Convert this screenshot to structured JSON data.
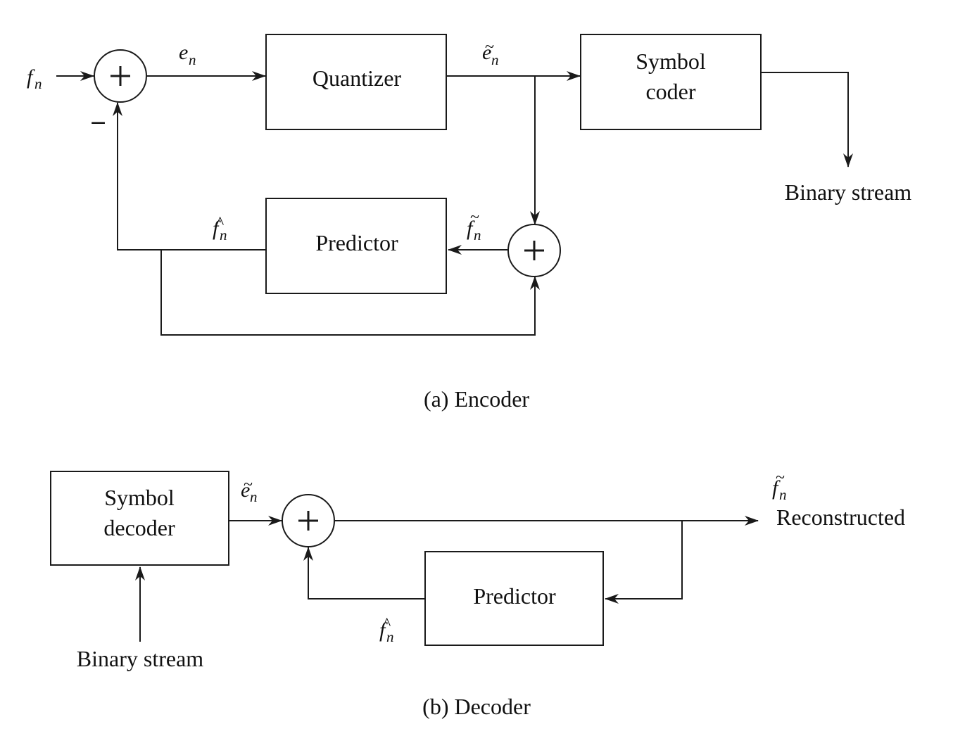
{
  "encoder": {
    "caption": "(a) Encoder",
    "blocks": {
      "quantizer": "Quantizer",
      "symbol_coder_line1": "Symbol",
      "symbol_coder_line2": "coder",
      "predictor": "Predictor"
    },
    "signals": {
      "input": {
        "base": "f",
        "sub": "n",
        "accent": ""
      },
      "error": {
        "base": "e",
        "sub": "n",
        "accent": ""
      },
      "quantized_error": {
        "base": "e",
        "sub": "n",
        "accent": "~"
      },
      "prediction": {
        "base": "f",
        "sub": "n",
        "accent": "^"
      },
      "reconstructed": {
        "base": "f",
        "sub": "n",
        "accent": "~"
      }
    },
    "minus_sign": "−",
    "output_label": "Binary stream"
  },
  "decoder": {
    "caption": "(b) Decoder",
    "blocks": {
      "symbol_decoder_line1": "Symbol",
      "symbol_decoder_line2": "decoder",
      "predictor": "Predictor"
    },
    "signals": {
      "quantized_error": {
        "base": "e",
        "sub": "n",
        "accent": "~"
      },
      "prediction": {
        "base": "f",
        "sub": "n",
        "accent": "^"
      },
      "output": {
        "base": "f",
        "sub": "n",
        "accent": "~"
      }
    },
    "input_label": "Binary stream",
    "output_label": "Reconstructed"
  },
  "summing_junction_symbol": "+"
}
